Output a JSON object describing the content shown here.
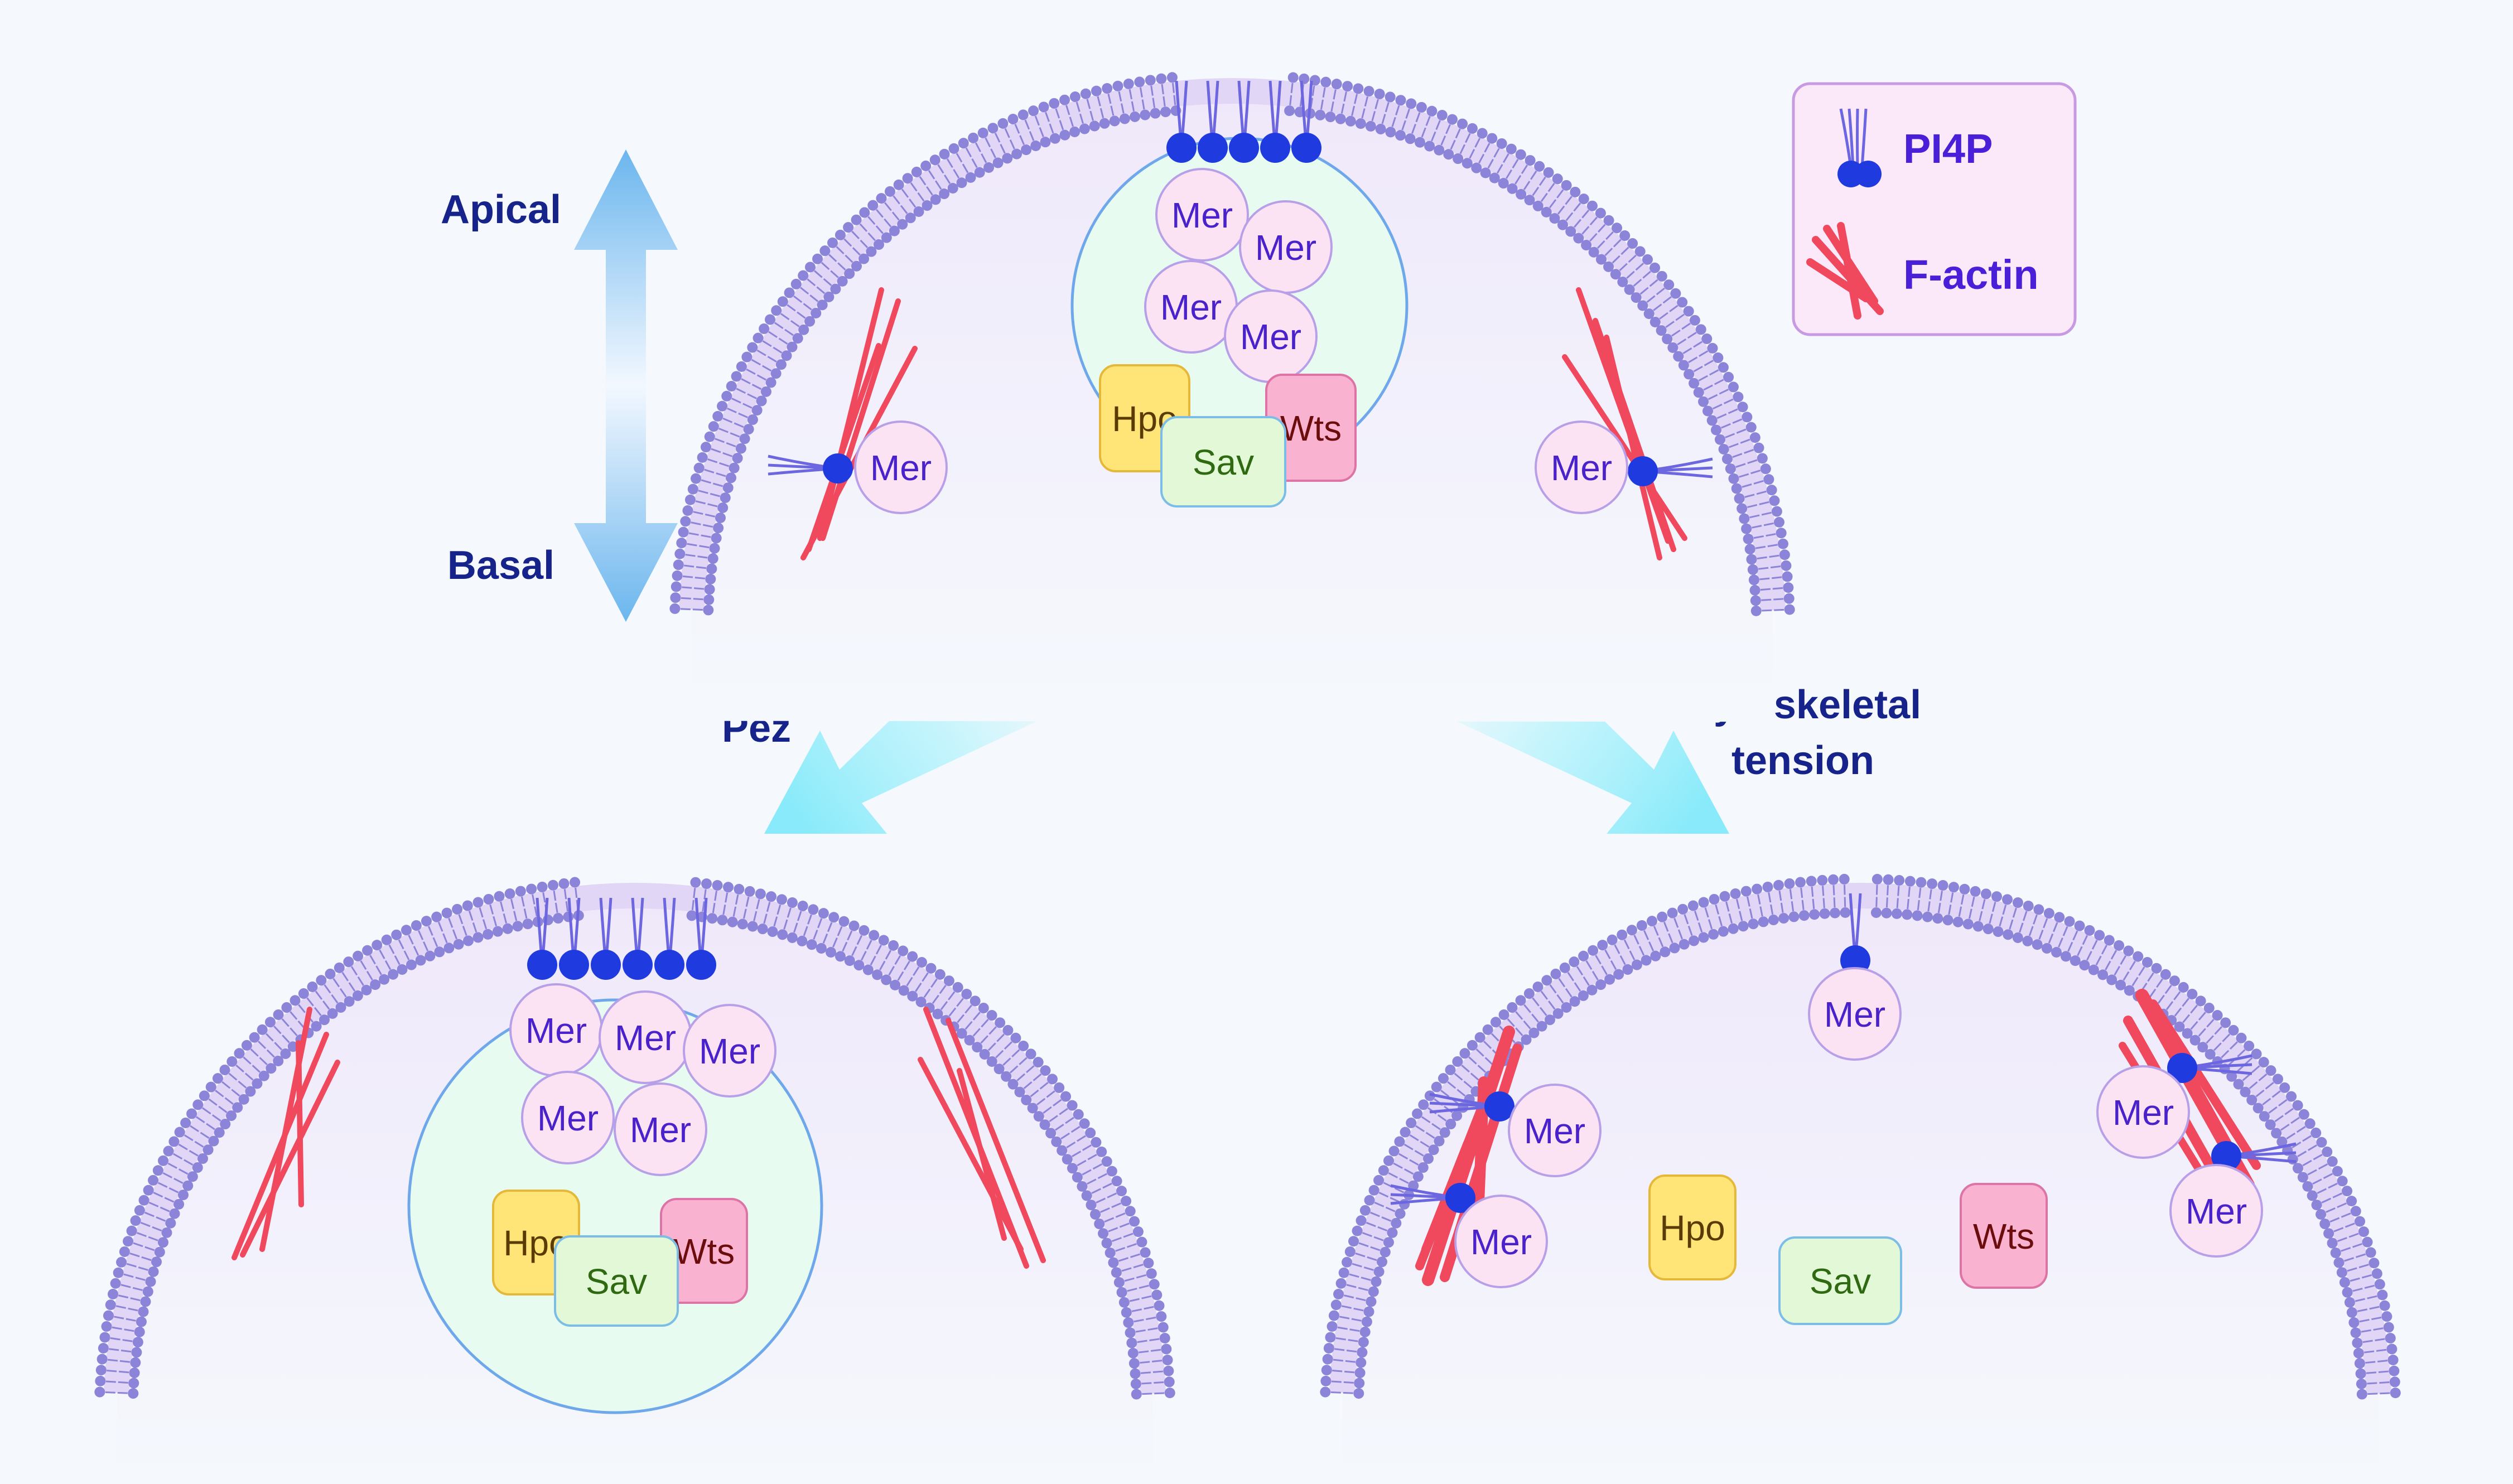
{
  "axis": {
    "apical": "Apical",
    "basal": "Basal"
  },
  "transitions": {
    "left": "Pez",
    "right_line1": "Cytoskeletal",
    "right_line2": "tension"
  },
  "legend": {
    "pi4p": "PI4P",
    "factin": "F-actin"
  },
  "proteins": {
    "mer": "Mer",
    "hpo": "Hpo",
    "sav": "Sav",
    "wts": "Wts"
  },
  "colors": {
    "membrane": "#8b84d8",
    "pi4p": "#1f3be0",
    "factin": "#f0485c",
    "mer_fill": "#fbe3f4",
    "hpo_fill": "#ffe478",
    "sav_fill": "#e3f8d6",
    "wts_fill": "#f9b2cf",
    "complex_fill": "#e7fbf1",
    "text_dark": "#15238a",
    "text_legend": "#4a1fd8"
  }
}
